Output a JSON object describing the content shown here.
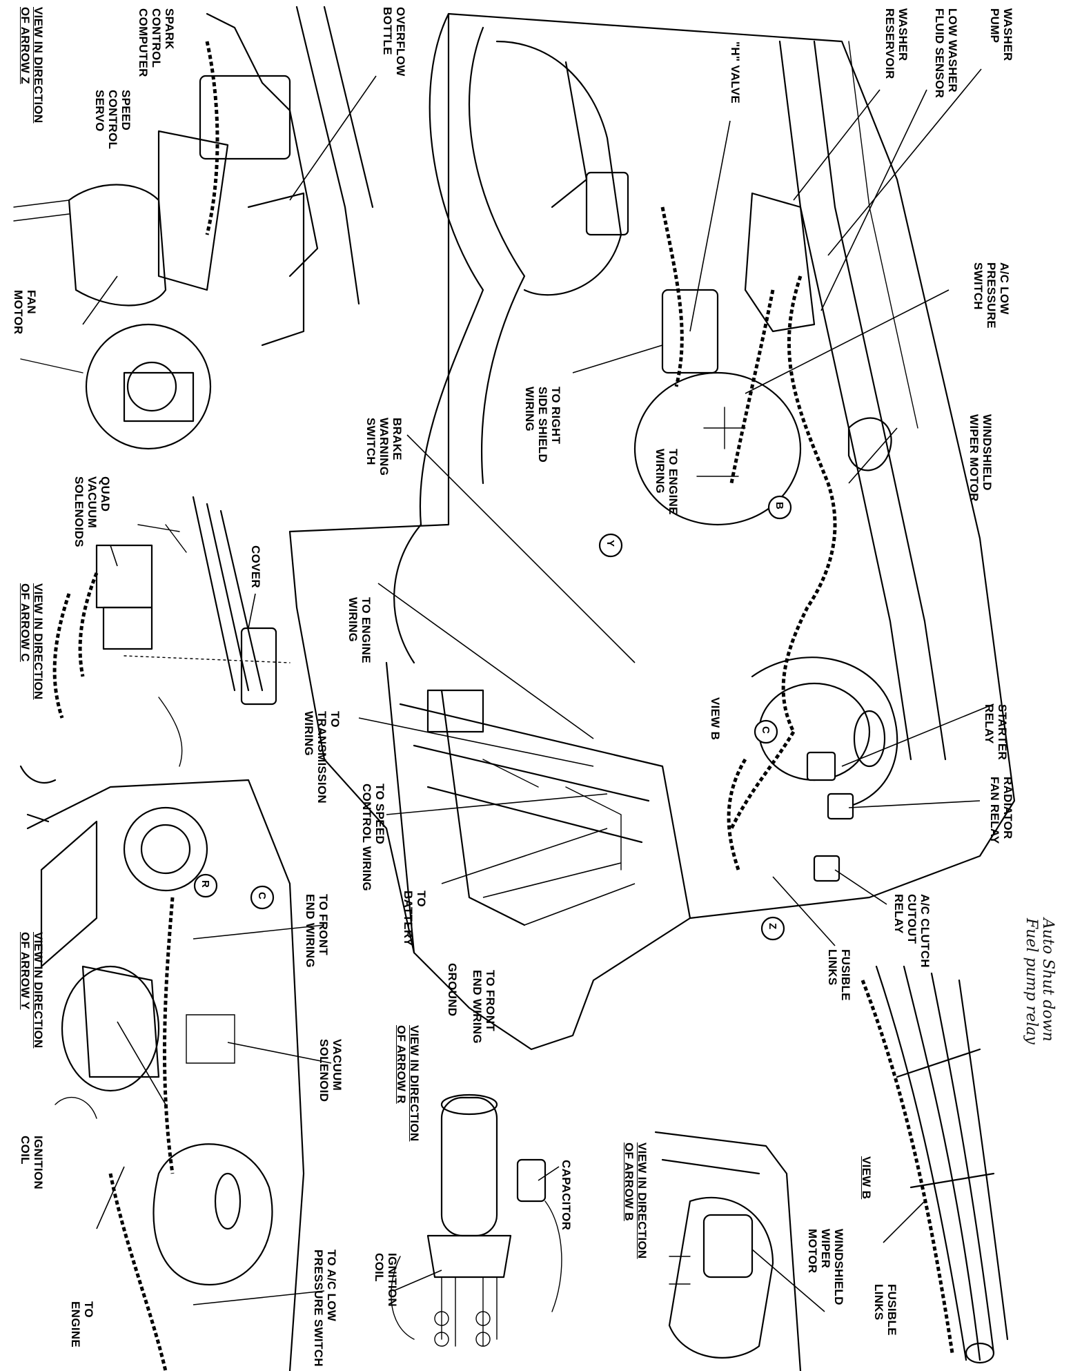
{
  "labels": {
    "washer_pump": [
      "WASHER",
      "PUMP"
    ],
    "low_washer_fluid_sensor": [
      "LOW WASHER",
      "FLUID SENSOR"
    ],
    "washer_reservoir": [
      "WASHER",
      "RESERVOIR"
    ],
    "h_valve": [
      "\"H\" VALVE"
    ],
    "overflow_bottle": [
      "OVERFLOW",
      "BOTTLE"
    ],
    "spark_control_computer": [
      "SPARK",
      "CONTROL",
      "COMPUTER"
    ],
    "speed_control_servo": [
      "SPEED",
      "CONTROL",
      "SERVO"
    ],
    "view_arrow_z": [
      "VIEW IN DIRECTION",
      "OF ARROW Z"
    ],
    "fan_motor": [
      "FAN",
      "MOTOR"
    ],
    "ac_low_pressure_switch": [
      "A/C LOW",
      "PRESSURE",
      "SWITCH"
    ],
    "windshield_wiper_motor_main": [
      "WINDSHIELD",
      "WIPER MOTOR"
    ],
    "to_right_side_shield_wiring": [
      "TO RIGHT",
      "SIDE SHIELD",
      "WIRING"
    ],
    "to_engine_wiring_top": [
      "TO ENGINE",
      "WIRING"
    ],
    "brake_warning_switch": [
      "BRAKE",
      "WARNING",
      "SWITCH"
    ],
    "quad_vacuum_solenoids": [
      "QUAD",
      "VACUUM",
      "SOLENOIDS"
    ],
    "cover": [
      "COVER"
    ],
    "view_arrow_c": [
      "VIEW IN DIRECTION",
      "OF ARROW C"
    ],
    "to_engine_wiring_mid": [
      "TO ENGINE",
      "WIRING"
    ],
    "to_transmission_wiring": [
      "TO",
      "TRANSMISSION",
      "WIRING"
    ],
    "view_b_inset": [
      "VIEW B"
    ],
    "starter_relay": [
      "STARTER",
      "RELAY"
    ],
    "radiator_fan_relay": [
      "RADIATOR",
      "FAN RELAY"
    ],
    "to_speed_control_wiring": [
      "TO SPEED",
      "CONTROL WIRING"
    ],
    "ac_clutch_cutout_relay": [
      "A/C CLUTCH",
      "CUTOUT",
      "RELAY"
    ],
    "to_battery": [
      "TO",
      "BATTERY"
    ],
    "ground": [
      "GROUND"
    ],
    "to_front_end_wiring_mid": [
      "TO FRONT",
      "END WIRING"
    ],
    "fusible_links_main": [
      "FUSIBLE",
      "LINKS"
    ],
    "to_front_end_wiring_left": [
      "TO FRONT",
      "END WIRING"
    ],
    "view_arrow_y": [
      "VIEW IN DIRECTION",
      "OF ARROW Y"
    ],
    "vacuum_solenoid": [
      "VACUUM",
      "SOLENOID"
    ],
    "ignition_coil_left": [
      "IGNITION",
      "COIL"
    ],
    "to_engine_bottom": [
      "TO",
      "ENGINE"
    ],
    "to_ac_low_pressure_switch": [
      "TO A/C LOW",
      "PRESSURE SWITCH"
    ],
    "view_arrow_r": [
      "VIEW IN DIRECTION",
      "OF ARROW R"
    ],
    "capacitor": [
      "CAPACITOR"
    ],
    "ignition_coil_r": [
      "IGNITION",
      "COIL"
    ],
    "view_arrow_b": [
      "VIEW IN DIRECTION",
      "OF ARROW B"
    ],
    "windshield_wiper_motor_b": [
      "WINDSHIELD",
      "WIPER",
      "MOTOR"
    ],
    "view_b_title": [
      "VIEW B"
    ],
    "fusible_links_b": [
      "FUSIBLE",
      "LINKS"
    ]
  },
  "markers": {
    "b": "B",
    "y": "Y",
    "c": "C",
    "z": "Z",
    "r": "R",
    "c2": "C"
  },
  "handwriting": [
    "Auto Shut down",
    "Fuel pump relay"
  ]
}
